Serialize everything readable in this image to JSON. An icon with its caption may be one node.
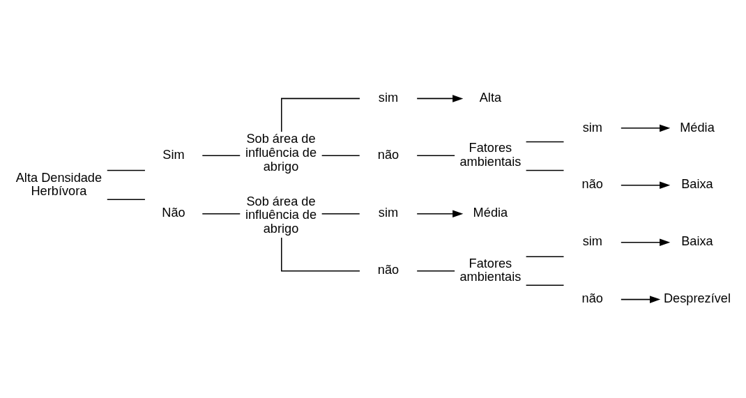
{
  "diagram": {
    "nodes": [
      {
        "text": [
          "Alta Densidade Herbívora"
        ]
      },
      {
        "text": [
          "Sim"
        ]
      },
      {
        "text": [
          "Sob área de influência de abrigo"
        ]
      },
      {
        "text": [
          "sim"
        ]
      },
      {
        "text": [
          "Alta"
        ]
      },
      {
        "text": [
          "não"
        ]
      },
      {
        "text": [
          "Fatores ambientais"
        ]
      },
      {
        "text": [
          "sim"
        ]
      },
      {
        "text": [
          "Média"
        ]
      },
      {
        "text": [
          "não"
        ]
      },
      {
        "text": [
          "Baixa"
        ]
      },
      {
        "text": [
          "Não"
        ]
      },
      {
        "text": [
          "Sob área de influência de abrigo"
        ]
      },
      {
        "text": [
          "sim"
        ]
      },
      {
        "text": [
          "Média"
        ]
      },
      {
        "text": [
          "não"
        ]
      },
      {
        "text": [
          "Fatores ambientais"
        ]
      },
      {
        "text": [
          "sim"
        ]
      },
      {
        "text": [
          "Baixa"
        ]
      },
      {
        "text": [
          "não"
        ]
      },
      {
        "text": [
          "Desprezível"
        ]
      }
    ],
    "edges": [
      {
        "from": 0,
        "to": 1,
        "arrow": "none"
      },
      {
        "from": 0,
        "to": 11,
        "arrow": "none"
      },
      {
        "from": 1,
        "to": 2,
        "arrow": "none"
      },
      {
        "from": 2,
        "to": 3,
        "arrow": "none"
      },
      {
        "from": 2,
        "to": 5,
        "arrow": "none"
      },
      {
        "from": 3,
        "to": 4,
        "arrow": "to"
      },
      {
        "from": 5,
        "to": 6,
        "arrow": "none"
      },
      {
        "from": 6,
        "to": 7,
        "arrow": "none"
      },
      {
        "from": 6,
        "to": 9,
        "arrow": "none"
      },
      {
        "from": 7,
        "to": 8,
        "arrow": "to"
      },
      {
        "from": 9,
        "to": 10,
        "arrow": "to"
      },
      {
        "from": 11,
        "to": 12,
        "arrow": "none"
      },
      {
        "from": 12,
        "to": 13,
        "arrow": "none"
      },
      {
        "from": 12,
        "to": 15,
        "arrow": "none"
      },
      {
        "from": 13,
        "to": 14,
        "arrow": "to"
      },
      {
        "from": 15,
        "to": 16,
        "arrow": "none"
      },
      {
        "from": 16,
        "to": 17,
        "arrow": "none"
      },
      {
        "from": 16,
        "to": 19,
        "arrow": "none"
      },
      {
        "from": 17,
        "to": 18,
        "arrow": "to"
      },
      {
        "from": 19,
        "to": 20,
        "arrow": "to"
      }
    ]
  }
}
